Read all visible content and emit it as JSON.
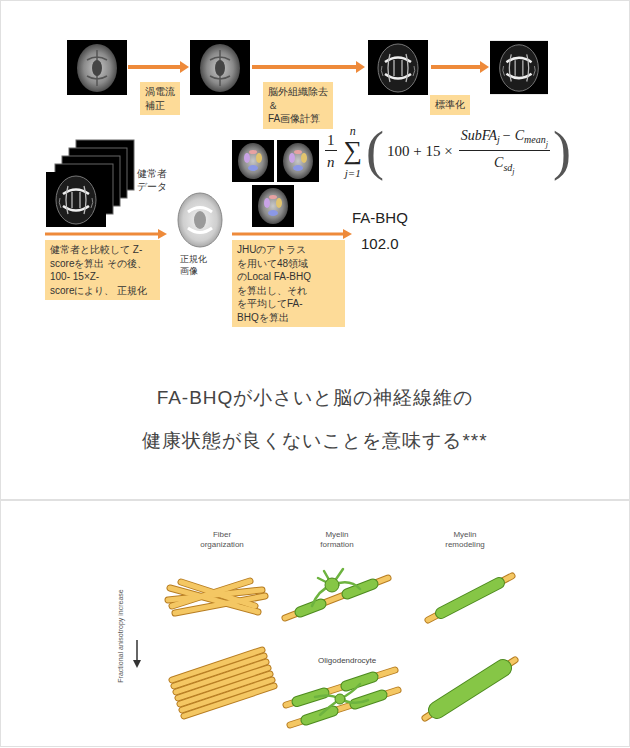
{
  "diagram": {
    "nodes": [
      {
        "text": [
          "渦電流 補正"
        ]
      },
      {
        "text": [
          "脳外組織除去＆ FA画像計算"
        ]
      },
      {
        "text": [
          "標準化"
        ]
      },
      {
        "text": [
          "健常者と比較して Z-scoreを算出 その後、100- 15×Z-scoreにより、 正規化"
        ]
      },
      {
        "text": [
          "JHUのアトラス を用いて48領域 のLocal FA-BHQ を算出し、それ を平均してFA- BHQを算出"
        ]
      }
    ],
    "labels": [
      "健常者 データ",
      "正規化 画像",
      "1",
      "n",
      "n",
      "∑",
      "j=1",
      "(",
      "100 + 15 ×",
      "SubFA",
      "j",
      "− C",
      "mean",
      "j",
      "C",
      "sd",
      "j",
      ")",
      "FA-BHQ",
      "102.0",
      "FA-BHQが小さいと脳の神経線維の",
      "健康状態が良くないことを意味する***",
      "Fiber organization",
      "Myelin formation",
      "Myelin remodeling",
      "Oligodendrocyte",
      "Fractional anisotropy increase"
    ]
  }
}
